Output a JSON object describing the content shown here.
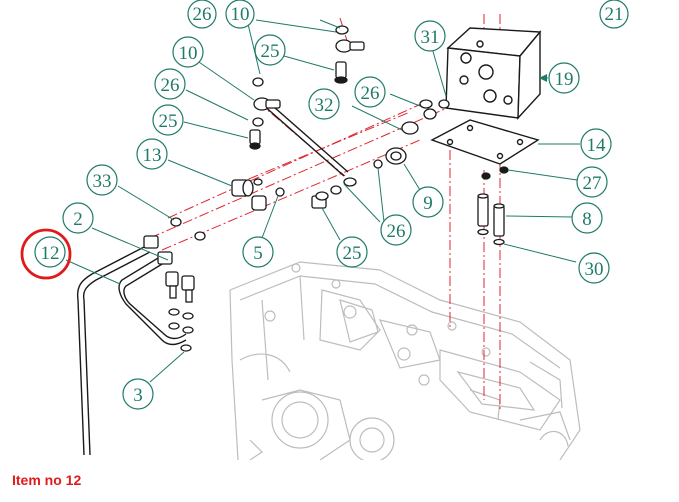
{
  "caption": "Item no 12",
  "colors": {
    "callout": "#1f7a6a",
    "centerline": "#e0262e",
    "highlight": "#e01a1a",
    "part": "#1a1a1a",
    "housing": "#bdbdbd"
  },
  "highlighted_callout": "12",
  "callouts": {
    "c26a": "26",
    "c10a": "10",
    "c21": "21",
    "c31": "31",
    "c25a": "25",
    "c10b": "10",
    "c19": "19",
    "c26b": "26",
    "c32": "32",
    "c25b": "25",
    "c26c": "26",
    "c14": "14",
    "c13": "13",
    "c27": "27",
    "c9": "9",
    "c33": "33",
    "c8": "8",
    "c2": "2",
    "c26d": "26",
    "c5": "5",
    "c25c": "25",
    "c30": "30",
    "c12": "12",
    "c3": "3"
  }
}
